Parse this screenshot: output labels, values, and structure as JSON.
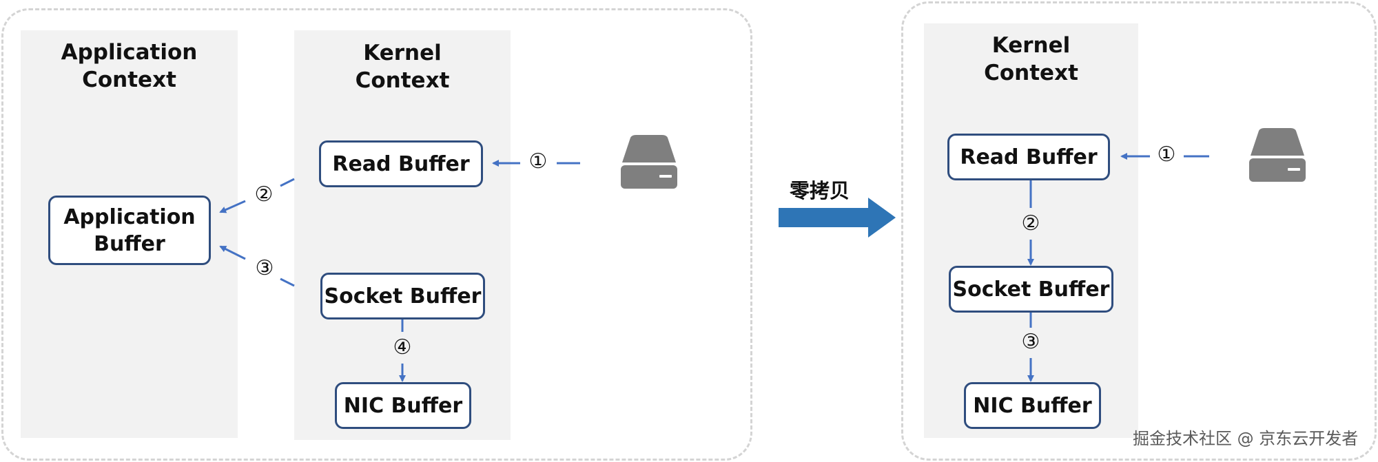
{
  "left_panel": {
    "application_context_title": "Application\nContext",
    "kernel_context_title": "Kernel\nContext",
    "application_buffer": "Application\nBuffer",
    "read_buffer": "Read Buffer",
    "socket_buffer": "Socket Buffer",
    "nic_buffer": "NIC Buffer",
    "steps": [
      "①",
      "②",
      "③",
      "④"
    ],
    "disk_icon": "hard-drive-icon"
  },
  "transition": {
    "label": "零拷贝",
    "arrow_color": "#2e75b6"
  },
  "right_panel": {
    "kernel_context_title": "Kernel\nContext",
    "read_buffer": "Read Buffer",
    "socket_buffer": "Socket Buffer",
    "nic_buffer": "NIC Buffer",
    "steps": [
      "①",
      "②",
      "③"
    ],
    "disk_icon": "hard-drive-icon"
  },
  "watermark": "掘金技术社区 @ 京东云开发者",
  "colors": {
    "arrow": "#4472c4",
    "box_border": "#2f4d7e",
    "context_fill": "#f2f2f2",
    "disk": "#7f7f7f"
  }
}
